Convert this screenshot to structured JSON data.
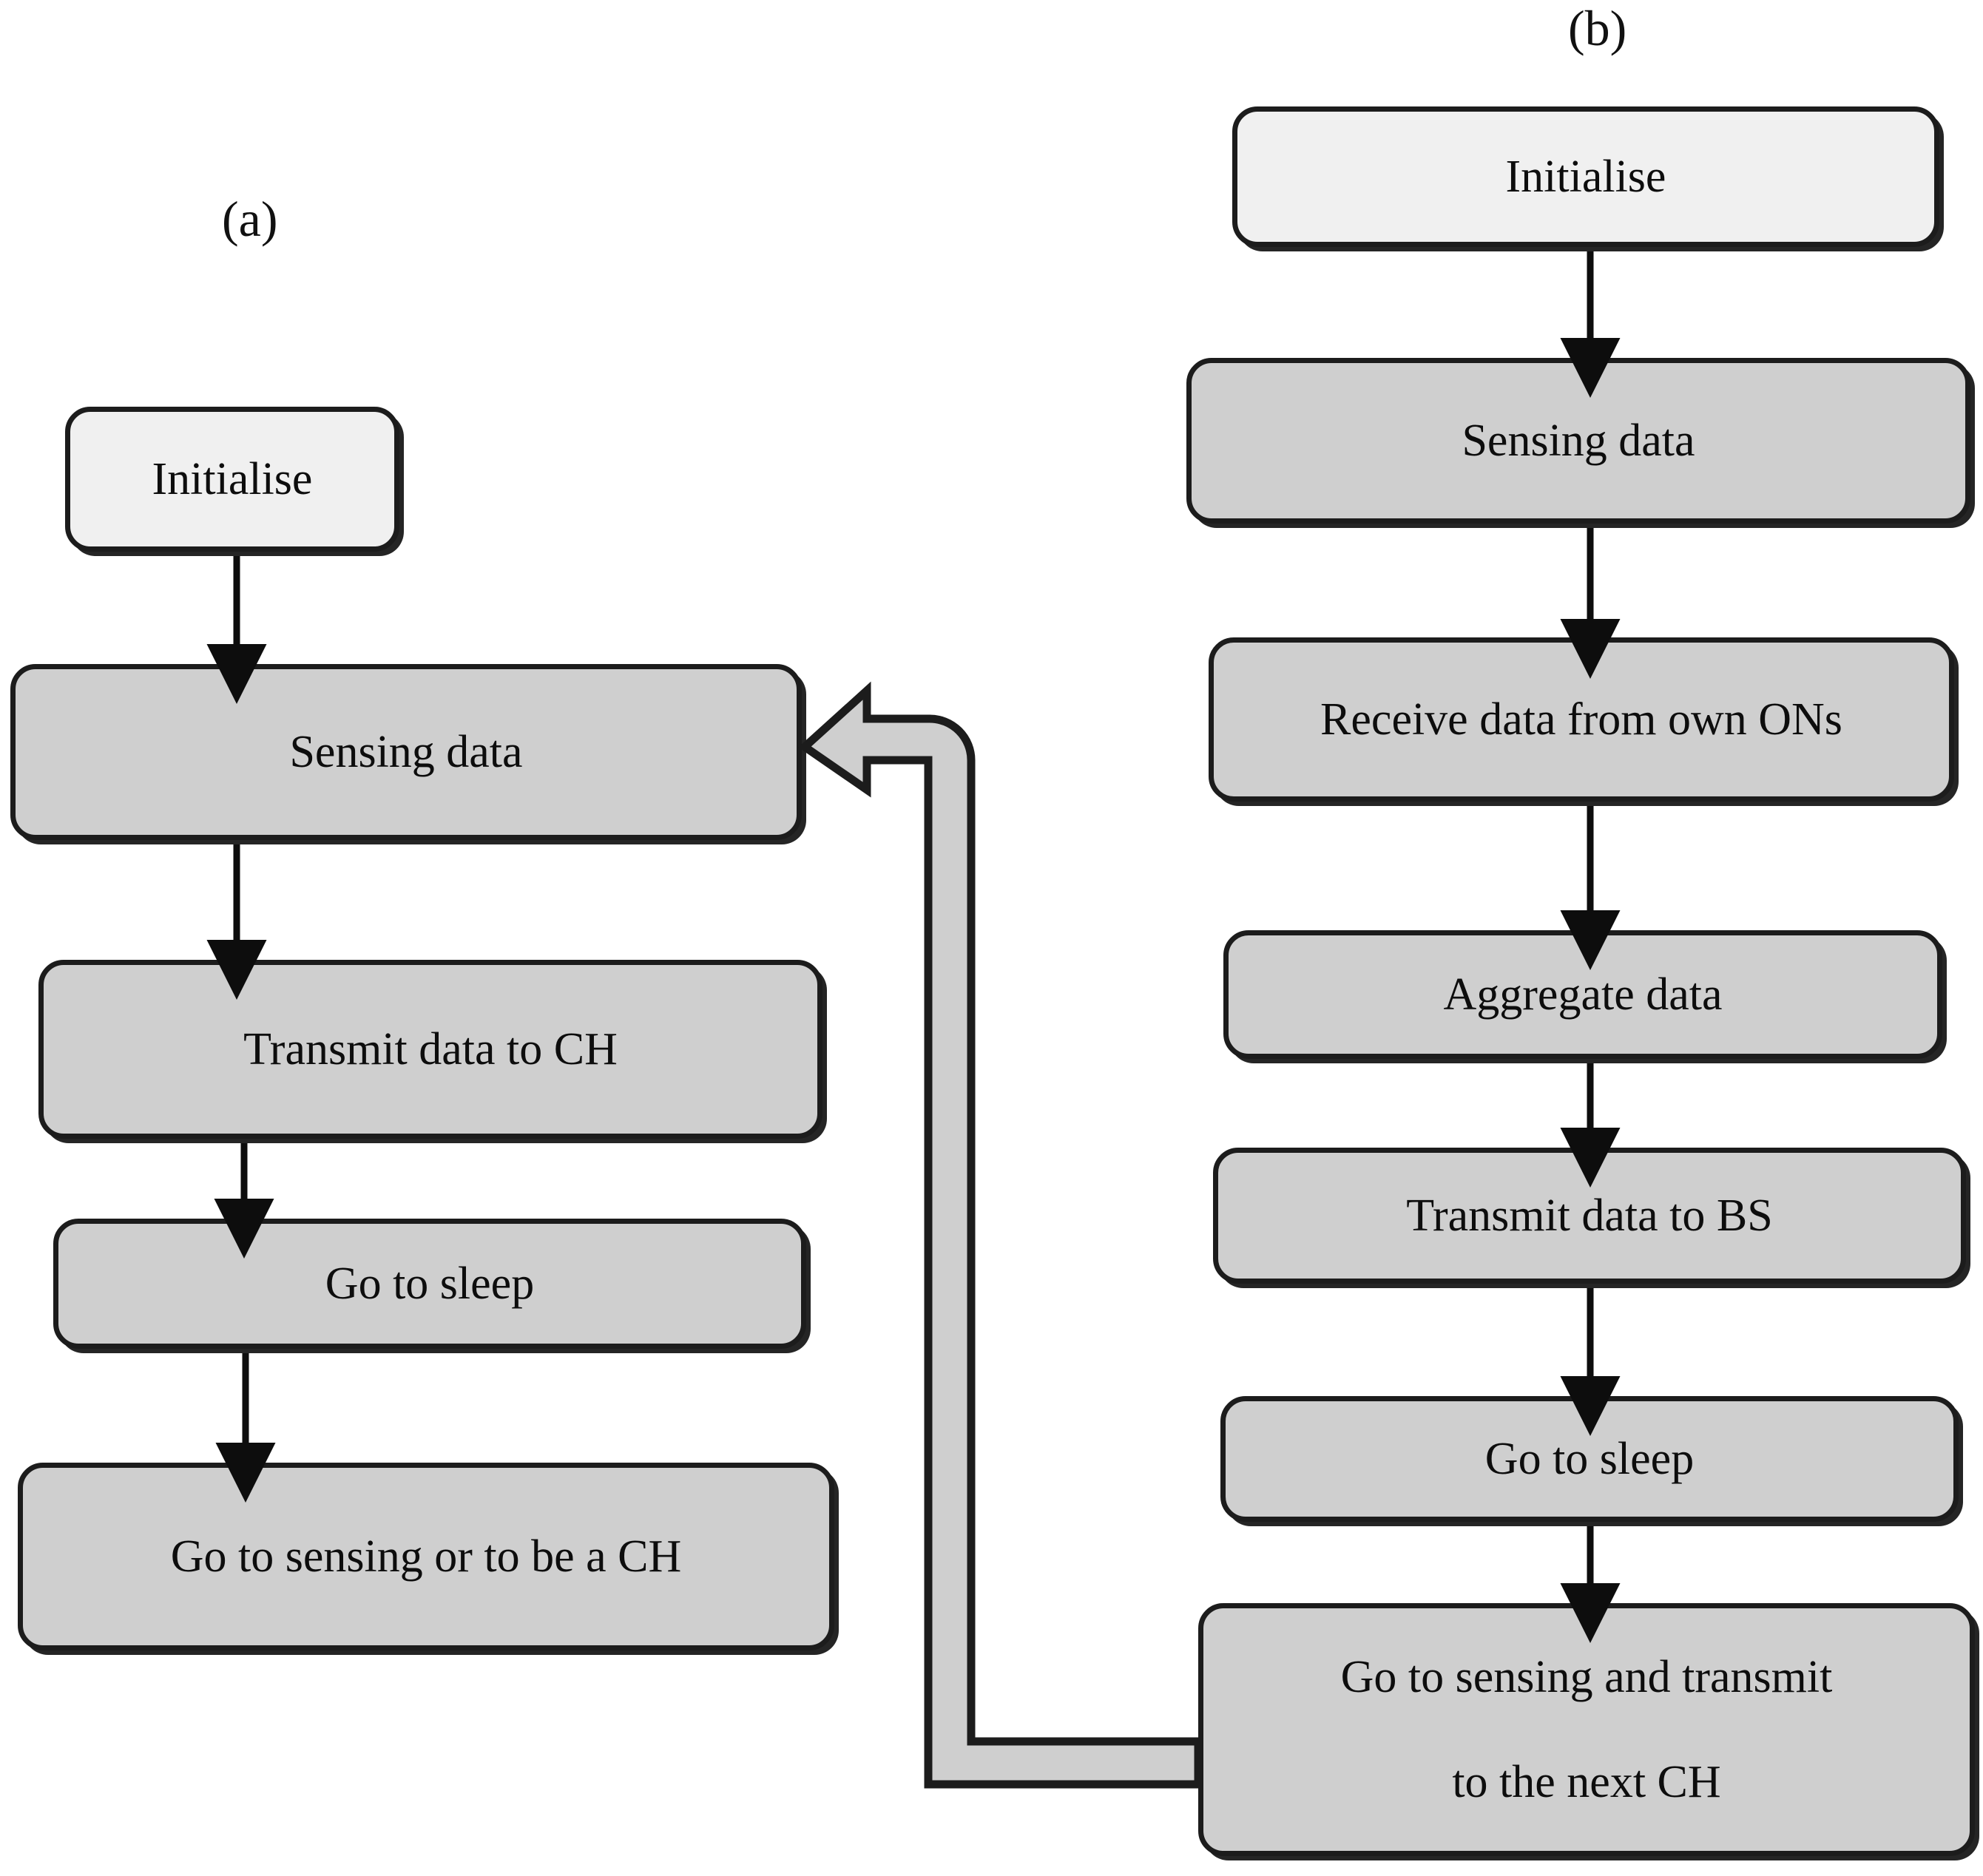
{
  "figure": {
    "type": "flowchart",
    "panels": [
      {
        "id": "a",
        "label": "(a)",
        "caption_position": "top-center",
        "nodes": [
          {
            "id": "a1",
            "text": "Initialise",
            "fill": "#f0f0f0",
            "shape": "rounded-rectangle"
          },
          {
            "id": "a2",
            "text": "Sensing data",
            "fill": "#cfcfcf",
            "shape": "rounded-rectangle"
          },
          {
            "id": "a3",
            "text": "Transmit data to CH",
            "fill": "#cfcfcf",
            "shape": "rounded-rectangle"
          },
          {
            "id": "a4",
            "text": "Go to sleep",
            "fill": "#cfcfcf",
            "shape": "rounded-rectangle"
          },
          {
            "id": "a5",
            "text": "Go to sensing or to be a CH",
            "fill": "#cfcfcf",
            "shape": "rounded-rectangle"
          }
        ],
        "edges": [
          {
            "from": "a1",
            "to": "a2",
            "style": "thin-arrow"
          },
          {
            "from": "a2",
            "to": "a3",
            "style": "thin-arrow"
          },
          {
            "from": "a3",
            "to": "a4",
            "style": "thin-arrow"
          },
          {
            "from": "a4",
            "to": "a5",
            "style": "thin-arrow"
          }
        ]
      },
      {
        "id": "b",
        "label": "(b)",
        "caption_position": "top-center",
        "nodes": [
          {
            "id": "b1",
            "text": "Initialise",
            "fill": "#f0f0f0",
            "shape": "rounded-rectangle"
          },
          {
            "id": "b2",
            "text": "Sensing data",
            "fill": "#cfcfcf",
            "shape": "rounded-rectangle"
          },
          {
            "id": "b3",
            "text": "Receive data from own ONs",
            "fill": "#cfcfcf",
            "shape": "rounded-rectangle"
          },
          {
            "id": "b4",
            "text": "Aggregate data",
            "fill": "#cfcfcf",
            "shape": "rounded-rectangle"
          },
          {
            "id": "b5",
            "text": "Transmit data to BS",
            "fill": "#cfcfcf",
            "shape": "rounded-rectangle"
          },
          {
            "id": "b6",
            "text": "Go to sleep",
            "fill": "#cfcfcf",
            "shape": "rounded-rectangle"
          },
          {
            "id": "b7",
            "text_line1": "Go to sensing and transmit",
            "text_line2": "to the next CH",
            "fill": "#cfcfcf",
            "shape": "rounded-rectangle"
          }
        ],
        "edges": [
          {
            "from": "b1",
            "to": "b2",
            "style": "thin-arrow"
          },
          {
            "from": "b2",
            "to": "b3",
            "style": "thin-arrow"
          },
          {
            "from": "b3",
            "to": "b4",
            "style": "thin-arrow"
          },
          {
            "from": "b4",
            "to": "b5",
            "style": "thin-arrow"
          },
          {
            "from": "b5",
            "to": "b6",
            "style": "thin-arrow"
          },
          {
            "from": "b6",
            "to": "b7",
            "style": "thin-arrow"
          }
        ]
      }
    ],
    "cross_panel_edge": {
      "from": "b7",
      "to": "a2",
      "style": "thick-block-arrow",
      "direction": "right-to-left",
      "path": "L-shaped"
    },
    "colors": {
      "node_fill": "#cfcfcf",
      "node_fill_light": "#f0f0f0",
      "stroke": "#1c1c1c",
      "text": "#0d0d0d",
      "background": "#ffffff"
    }
  }
}
